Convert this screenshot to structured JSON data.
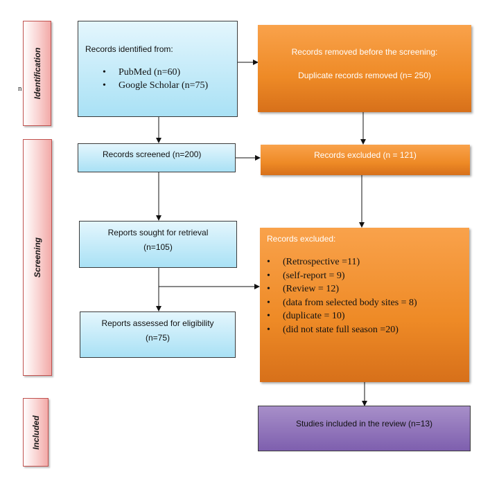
{
  "stages": {
    "identification": "Identification",
    "screening": "Screening",
    "included": "Included"
  },
  "stray_char": "n",
  "identified": {
    "title": "Records identified from:",
    "items": [
      "PubMed (n=60)",
      "Google Scholar (n=75)"
    ]
  },
  "removed": {
    "title": "Records removed before the screening:",
    "detail": "Duplicate records removed  (n= 250)"
  },
  "screened": {
    "text": "Records screened (n=200)"
  },
  "excluded1": {
    "text": "Records excluded (n = 121)"
  },
  "sought": {
    "line1": "Reports sought for retrieval",
    "line2": "(n=105)"
  },
  "assessed": {
    "line1": "Reports assessed for eligibility",
    "line2": "(n=75)"
  },
  "excluded2": {
    "title": "Records excluded:",
    "items": [
      "(Retrospective =11)",
      "(self-report = 9)",
      "(Review = 12)",
      "(data from selected body sites = 8)",
      "(duplicate = 10)",
      "(did not state full season =20)"
    ]
  },
  "included_box": {
    "text": "Studies included in the review (n=13)"
  },
  "colors": {
    "blue": "#a9e1f5",
    "orange": "#ee8a26",
    "purple": "#7e5fae",
    "stage_pink": "#f2a9a7"
  }
}
